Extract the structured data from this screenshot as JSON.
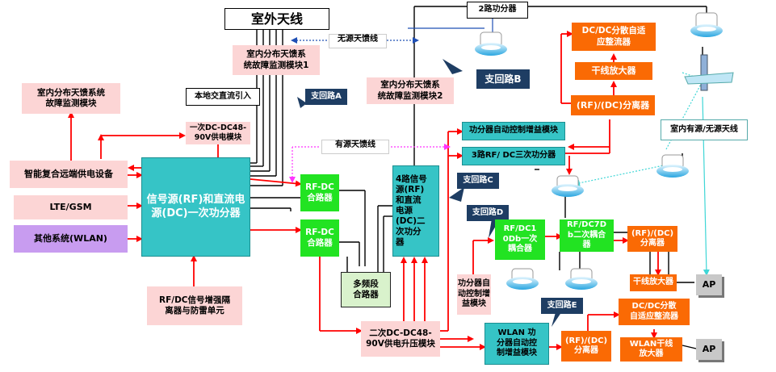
{
  "outdoor_antenna": "室外天线",
  "two_way_splitter": "2路功分器",
  "passive_feeder": "无源天馈线",
  "active_feeder": "有源天馈线",
  "monitor_1": "室内分布天馈系\n统故障监测模块1",
  "monitor_2": "室内分布天馈系\n统故障监测模块2",
  "monitor_left": "室内分布天馈系统\n故障监测模块",
  "local_dc": "本地交直流引入",
  "dc_module_1": "一次DC-DC48-\n90V供电模块",
  "smart_remote": "智能复合远端供电设备",
  "lte_gsm": "LTE/GSM",
  "other_wlan": "其他系统(WLAN)",
  "main_splitter": "信号源(RF)和直流电\n源(DC)一次功分器",
  "rf_dc_isolator": "RF/DC信号增强隔\n离器与防雷单元",
  "rf_dc_combiner": "RF-DC\n合路器",
  "multiband_combiner": "多频段\n合路器",
  "four_way_splitter": "4路信号\n源(RF)\n和直流\n电源\n(DC)二\n次功分\n器",
  "dc_module_2": "二次DC-DC48-\n90V供电升压模块",
  "branch_a": "支回路A",
  "branch_b": "支回路B",
  "branch_c": "支回路C",
  "branch_d": "支回路D",
  "branch_e": "支回路E",
  "auto_gain_module": "功分器自动控制增益模块",
  "three_way_splitter": "3路RF/ DC三次功分器",
  "auto_gain_side": "功分器自\n动控制增\n益模块",
  "dc_adaptive_top": "DC/DC分散自适\n应整流器",
  "trunk_amp_top": "干线放大器",
  "rf_dc_separator_top": "(RF)/(DC)分离器",
  "indoor_antenna": "室内有源/无源天线",
  "coupler_10db": "RF/DC1\n0Db一次\n耦合器",
  "coupler_7db": "RF/DC7D\nb二次耦合\n器",
  "separator_mid": "(RF)/(DC)\n分离器",
  "trunk_amp_mid": "干线放大器",
  "ap": "AP",
  "dc_adaptive_bottom": "DC/DC分散\n自适应整流器",
  "wlan_auto_gain": "WLAN  功\n分器自动控\n制增益模块",
  "separator_bottom": "(RF)/(DC)\n分离器",
  "wlan_trunk_amp": "WLAN干线\n放大器",
  "colors": {
    "pink": "#fcd5d5",
    "teal": "#36c4c6",
    "green": "#22e322",
    "orange": "#fa6a04",
    "purple": "#c89cf0",
    "navy": "#1e3d63",
    "red": "#ff0000",
    "blue": "#1f4fb5",
    "cyan": "#3fd6d6",
    "magenta": "#ff33ff"
  }
}
